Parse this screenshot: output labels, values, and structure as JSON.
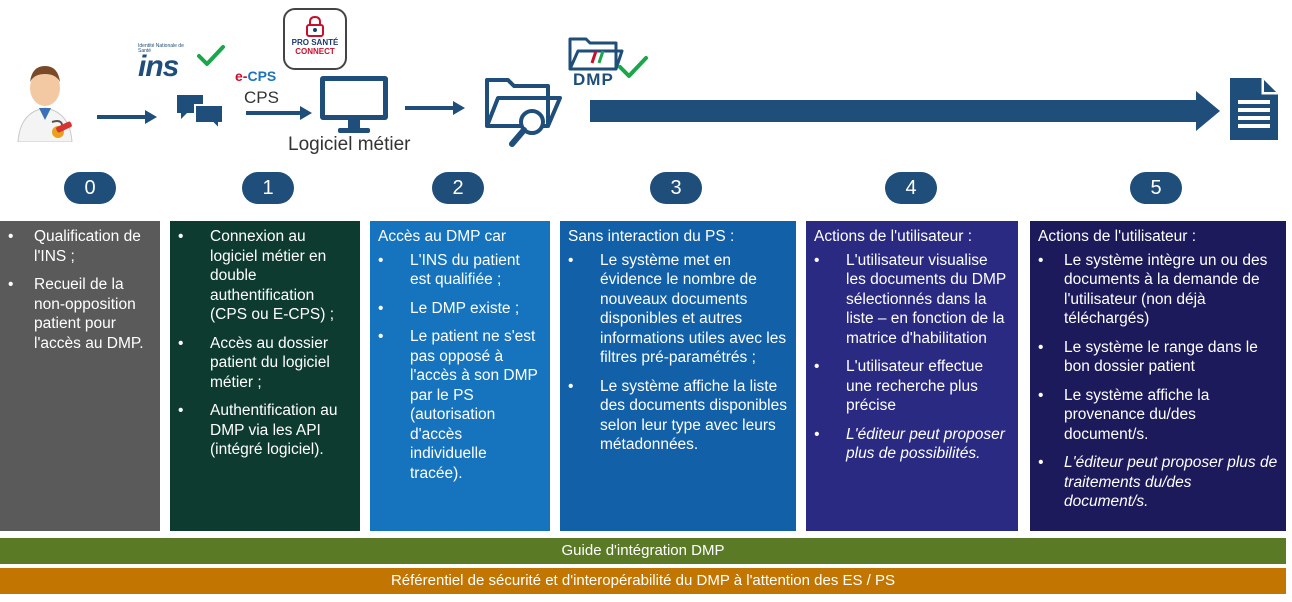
{
  "top": {
    "ins_small_text": "Identité Nationale de Santé",
    "ins_word": "ins",
    "ecps_prefix": "e-",
    "ecps_word": "CPS",
    "cps_label": "CPS",
    "psc_line1": "PRO SANTÉ",
    "psc_line2": "CONNECT",
    "logiciel_label": "Logiciel métier",
    "dmp_label": "DMP"
  },
  "steps": [
    "0",
    "1",
    "2",
    "3",
    "4",
    "5"
  ],
  "columns": [
    {
      "heading": "",
      "items": [
        "Qualification de l'INS ;",
        "Recueil de la non-opposition patient pour l'accès au DMP."
      ]
    },
    {
      "heading": "",
      "items": [
        "Connexion au logiciel métier en double authentification (CPS ou E-CPS) ;",
        "Accès au dossier patient du logiciel métier ;",
        "Authentification au DMP via les API (intégré logiciel)."
      ]
    },
    {
      "heading": "Accès au DMP car",
      "items": [
        "L'INS du patient est qualifiée ;",
        "Le DMP existe ;",
        "Le patient ne s'est pas opposé à l'accès à son DMP par le PS (autorisation d'accès individuelle tracée)."
      ]
    },
    {
      "heading": "Sans interaction du PS :",
      "items": [
        "Le système met en évidence le nombre de nouveaux documents disponibles et autres informations utiles avec les filtres pré-paramétrés ;",
        "Le système affiche la liste des documents disponibles selon leur type avec leurs métadonnées."
      ]
    },
    {
      "heading": "Actions de l'utilisateur :",
      "items": [
        "L'utilisateur visualise les documents du DMP sélectionnés dans la liste – en fonction de la matrice d'habilitation",
        "L'utilisateur effectue une recherche plus précise",
        "L'éditeur peut proposer plus de possibilités."
      ]
    },
    {
      "heading": "Actions de l'utilisateur :",
      "items": [
        "Le système intègre un ou des documents à la demande de l'utilisateur (non déjà téléchargés)",
        "Le système le range dans le bon dossier patient",
        "Le système affiche la provenance du/des document/s.",
        "L'éditeur peut proposer plus de traitements du/des document/s."
      ]
    }
  ],
  "bands": {
    "guide": "Guide d'intégration DMP",
    "referentiel": "Référentiel de sécurité et d'interopérabilité du DMP à l'attention des ES / PS"
  },
  "colors": {
    "arrow": "#1e4e79",
    "col0": "#5a5a5a",
    "col1": "#0e3b2f",
    "col2": "#1574bd",
    "col3": "#1160a8",
    "col4": "#2b2a82",
    "col5": "#1c1a5a",
    "band_guide": "#5b7a26",
    "band_referentiel": "#c27600",
    "check": "#1aa64a"
  },
  "icons": [
    "doctor-icon",
    "chat-bubbles-icon",
    "monitor-icon",
    "folder-search-icon",
    "dmp-folder-icon",
    "check-icon",
    "document-icon",
    "lock-icon"
  ]
}
